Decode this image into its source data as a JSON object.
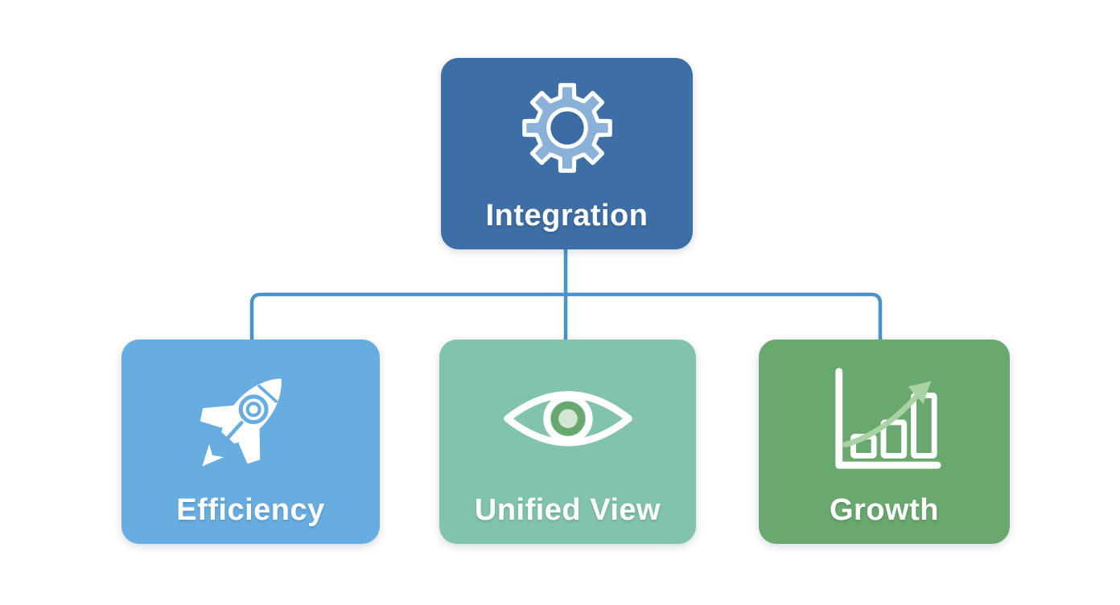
{
  "diagram": {
    "type": "hierarchy",
    "background_color": "#ffffff",
    "connector_color": "#4893cc",
    "label_text_color": "#ffffff",
    "root": {
      "label": "Integration",
      "icon": "gear-icon",
      "box_color": "#3d6ea6",
      "gear_fill_color": "#8ab1d8"
    },
    "children": [
      {
        "label": "Efficiency",
        "icon": "rocket-icon",
        "box_color": "#68ade0",
        "icon_color": "#ffffff"
      },
      {
        "label": "Unified View",
        "icon": "eye-icon",
        "box_color": "#81c3ab",
        "iris_ring_color": "#68a86f",
        "iris_center_color": "#d2e7d0"
      },
      {
        "label": "Growth",
        "icon": "bar-chart-icon",
        "box_color": "#69a86e",
        "trend_arrow_color": "#a9d3a4"
      }
    ]
  }
}
